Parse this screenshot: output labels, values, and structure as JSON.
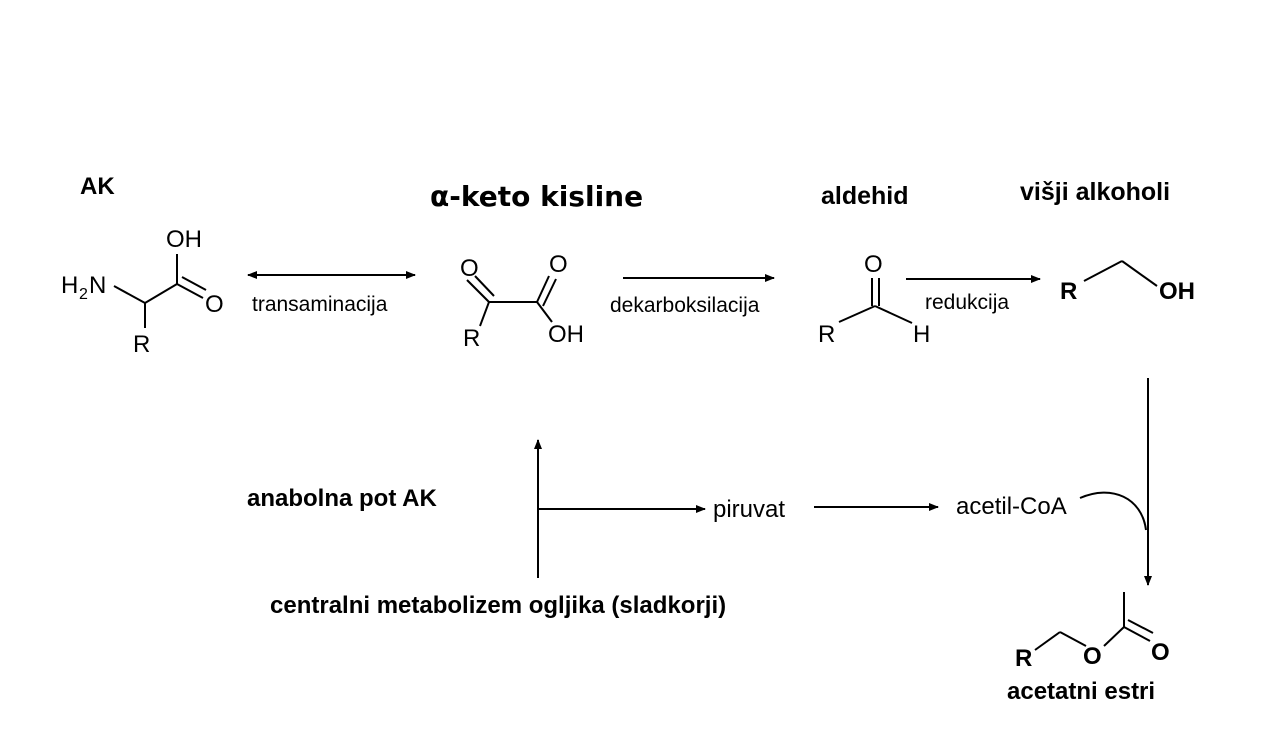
{
  "labels": {
    "ak": "AK",
    "keto": "α-keto kisline",
    "aldehid": "aldehid",
    "visji": "višji alkoholi",
    "anabolna": "anabolna pot AK",
    "centralni": "centralni metabolizem ogljika (sladkorji)",
    "acetatni": "acetatni estri"
  },
  "reactions": {
    "transaminacija": "transaminacija",
    "dekarboksilacija": "dekarboksilacija",
    "redukcija": "redukcija"
  },
  "intermediates": {
    "piruvat": "piruvat",
    "acetil_coa": "acetil-CoA"
  },
  "atoms": {
    "OH": "OH",
    "O": "O",
    "R": "R",
    "H": "H",
    "N": "N",
    "H2_H": "H",
    "H2_sub": "2"
  }
}
